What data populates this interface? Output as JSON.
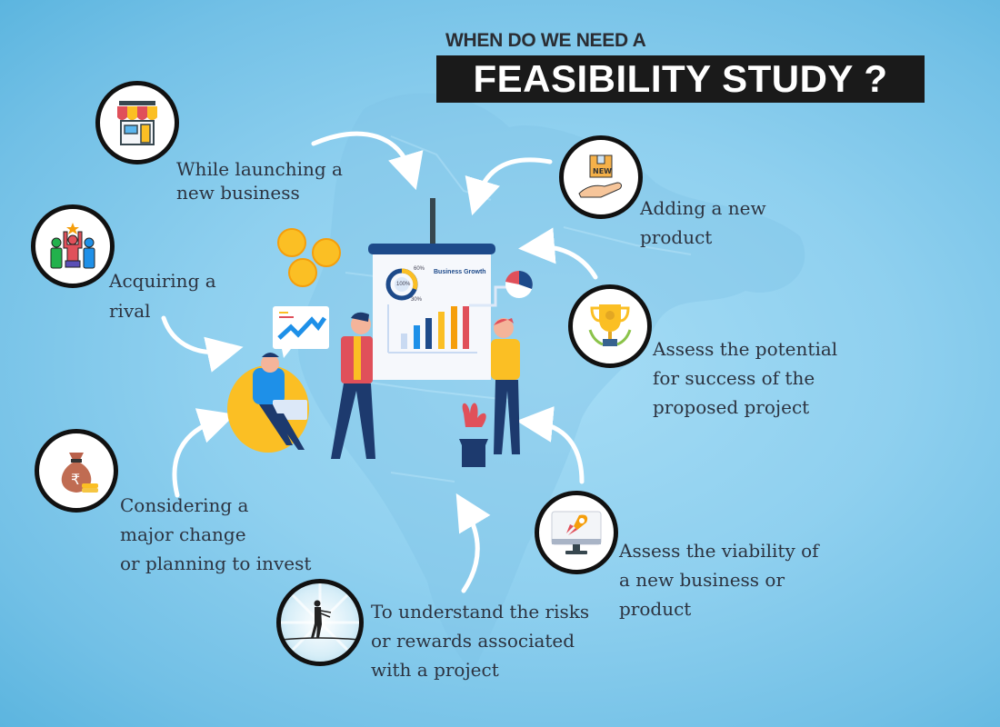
{
  "header": {
    "subtitle": "WHEN DO WE NEED A",
    "title": "FEASIBILITY STUDY ?"
  },
  "items": [
    {
      "id": "launch",
      "icon": "storefront-icon",
      "lines": [
        "While launching a",
        " new business"
      ]
    },
    {
      "id": "acquire",
      "icon": "winner-podium-icon",
      "lines": [
        "Acquiring a",
        "rival"
      ]
    },
    {
      "id": "invest",
      "icon": "money-bag-rupee-icon",
      "lines": [
        "Considering a",
        "major change",
        "or planning to invest"
      ]
    },
    {
      "id": "risks",
      "icon": "tightrope-walker-icon",
      "lines": [
        "To understand the risks",
        "or rewards associated",
        "with a project"
      ]
    },
    {
      "id": "viability",
      "icon": "rocket-monitor-icon",
      "lines": [
        "Assess the viability of",
        "a new business or",
        "product"
      ]
    },
    {
      "id": "potential",
      "icon": "trophy-icon",
      "lines": [
        "Assess the potential",
        "for success of the",
        "proposed project"
      ]
    },
    {
      "id": "product",
      "icon": "new-product-hand-icon",
      "lines": [
        "Adding a new",
        "product"
      ]
    }
  ],
  "illustration": {
    "board_title": "Business Growth",
    "ring_center": "100%",
    "ring_top": "60%",
    "ring_bottom": "30%",
    "new_badge": "NEW",
    "currency_symbol": "₹"
  },
  "colors": {
    "background": "#8fd0ef",
    "title_box": "#1a1a1a",
    "text": "#2c3340",
    "accent_yellow": "#fbbf24",
    "accent_red": "#e0505a",
    "accent_blue": "#1e3f7a"
  }
}
